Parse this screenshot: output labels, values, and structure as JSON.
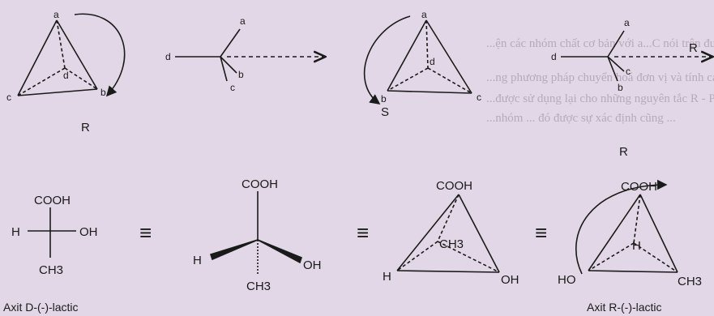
{
  "text_fragments": {
    "line1": "...ện các nhóm chất cơ bản với a...C nói trên được xác nhận X...",
    "line2": "...ng phương pháp chuyển hoá đơn vị và tính cách...",
    "line3": "...được sử dụng lại cho những nguyên tắc R - P ... H - ...",
    "line4": "...nhóm ... đó được sự xác định cũng ..."
  },
  "top_row": {
    "left_tetra": {
      "a": "a",
      "b": "b",
      "c": "c",
      "d": "d",
      "config": "R"
    },
    "left_newman": {
      "a": "a",
      "b": "b",
      "c": "c",
      "d": "d"
    },
    "right_tetra": {
      "a": "a",
      "b": "b",
      "c": "c",
      "d": "d",
      "config": "S"
    },
    "right_newman": {
      "a": "a",
      "b": "b",
      "c": "c",
      "d": "d",
      "r": "R"
    }
  },
  "bottom_row": {
    "fischer": {
      "top": "COOH",
      "left": "H",
      "right": "OH",
      "bottom": "CH3",
      "caption": "Axit D-(-)-lactic"
    },
    "wedge": {
      "top": "COOH",
      "left": "H",
      "right": "OH",
      "bottom": "CH3"
    },
    "tetra1": {
      "top": "COOH",
      "inner": "CH3",
      "left": "H",
      "right": "OH"
    },
    "tetra2": {
      "top": "COOH",
      "inner": "H",
      "left": "HO",
      "right": "CH3",
      "config": "R",
      "caption": "Axit R-(-)-lactic"
    },
    "equiv": "≡"
  }
}
